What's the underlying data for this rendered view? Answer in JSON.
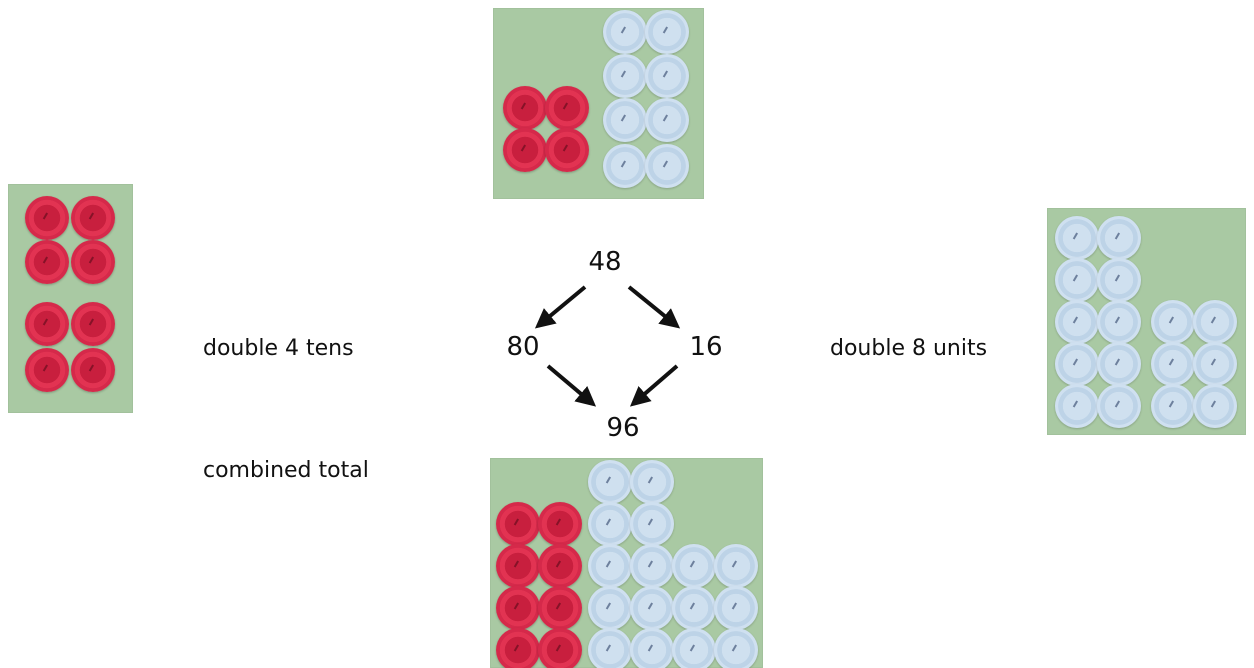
{
  "diagram": {
    "top_number": "48",
    "left_number": "80",
    "right_number": "16",
    "bottom_number": "96",
    "left_caption": "double 4 tens",
    "right_caption": "double 8 units",
    "bottom_caption": "combined total"
  },
  "photos": {
    "top": {
      "red_buttons": 4,
      "blue_buttons": 8
    },
    "left": {
      "red_buttons": 8,
      "blue_buttons": 0
    },
    "right": {
      "red_buttons": 0,
      "blue_buttons": 16
    },
    "bottom": {
      "red_buttons": 8,
      "blue_buttons": 16
    }
  },
  "colors": {
    "background": "#ffffff",
    "photo_backdrop": "#a9c9a3",
    "red_button": "#d5294a",
    "blue_button": "#cfe0f0"
  }
}
